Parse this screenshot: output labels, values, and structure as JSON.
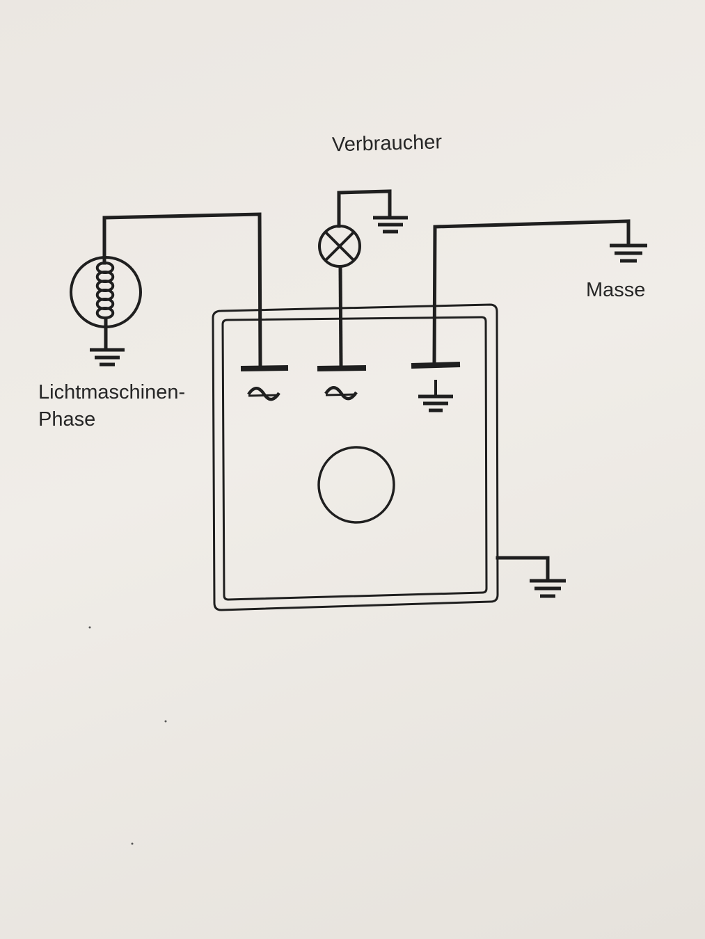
{
  "labels": {
    "consumer": "Verbraucher",
    "ground": "Masse",
    "phase_line1": "Lichtmaschinen-",
    "phase_line2": "Phase"
  },
  "icons": [
    "generator-coil-icon",
    "lamp-icon",
    "ground-icon",
    "ac-terminal-icon"
  ],
  "colors": {
    "paper": "#ece8e3",
    "ink": "#1f1f1f"
  }
}
